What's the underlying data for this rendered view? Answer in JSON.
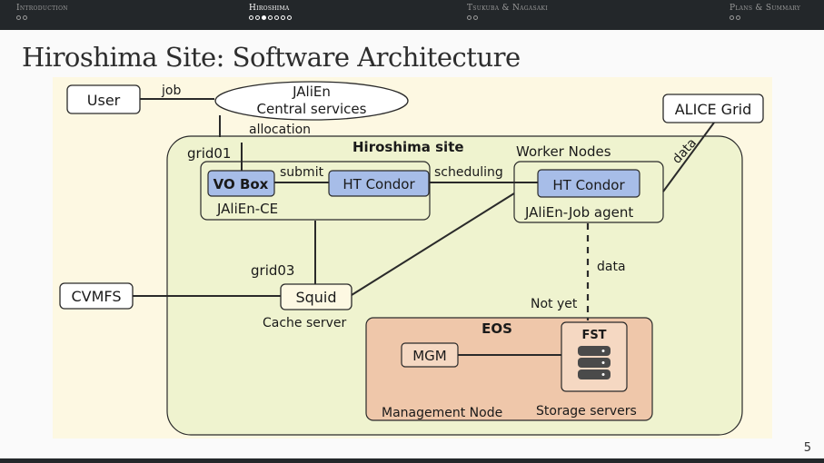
{
  "nav": [
    {
      "label": "Introduction",
      "dots": 2,
      "current": -1
    },
    {
      "label": "Hiroshima",
      "dots": 7,
      "current": 2
    },
    {
      "label": "Tsukuba & Nagasaki",
      "dots": 2,
      "current": -1
    },
    {
      "label": "Plans & Summary",
      "dots": 2,
      "current": -1
    }
  ],
  "slide_title": "Hiroshima Site: Software Architecture",
  "page_number": "5",
  "diagram": {
    "user": "User",
    "jalien_line1": "JAliEn",
    "jalien_line2": "Central services",
    "alice_grid": "ALICE Grid",
    "cvmfs": "CVMFS",
    "job_label": "job",
    "allocation_label": "allocation",
    "data_label_top": "data",
    "hiroshima_site": "Hiroshima site",
    "grid01": "grid01",
    "vo_box": "VO Box",
    "ht_condor_ce": "HT Condor",
    "submit_label": "submit",
    "jalien_ce": "JAliEn-CE",
    "scheduling_label": "scheduling",
    "worker_nodes": "Worker Nodes",
    "ht_condor_wn": "HT Condor",
    "job_agent": "JAliEn-Job agent",
    "grid03": "grid03",
    "squid": "Squid",
    "cache_server": "Cache server",
    "data_label_mid": "data",
    "not_yet": "Not yet",
    "eos": "EOS",
    "mgm": "MGM",
    "fst": "FST",
    "management_node": "Management Node",
    "storage_servers": "Storage servers"
  }
}
